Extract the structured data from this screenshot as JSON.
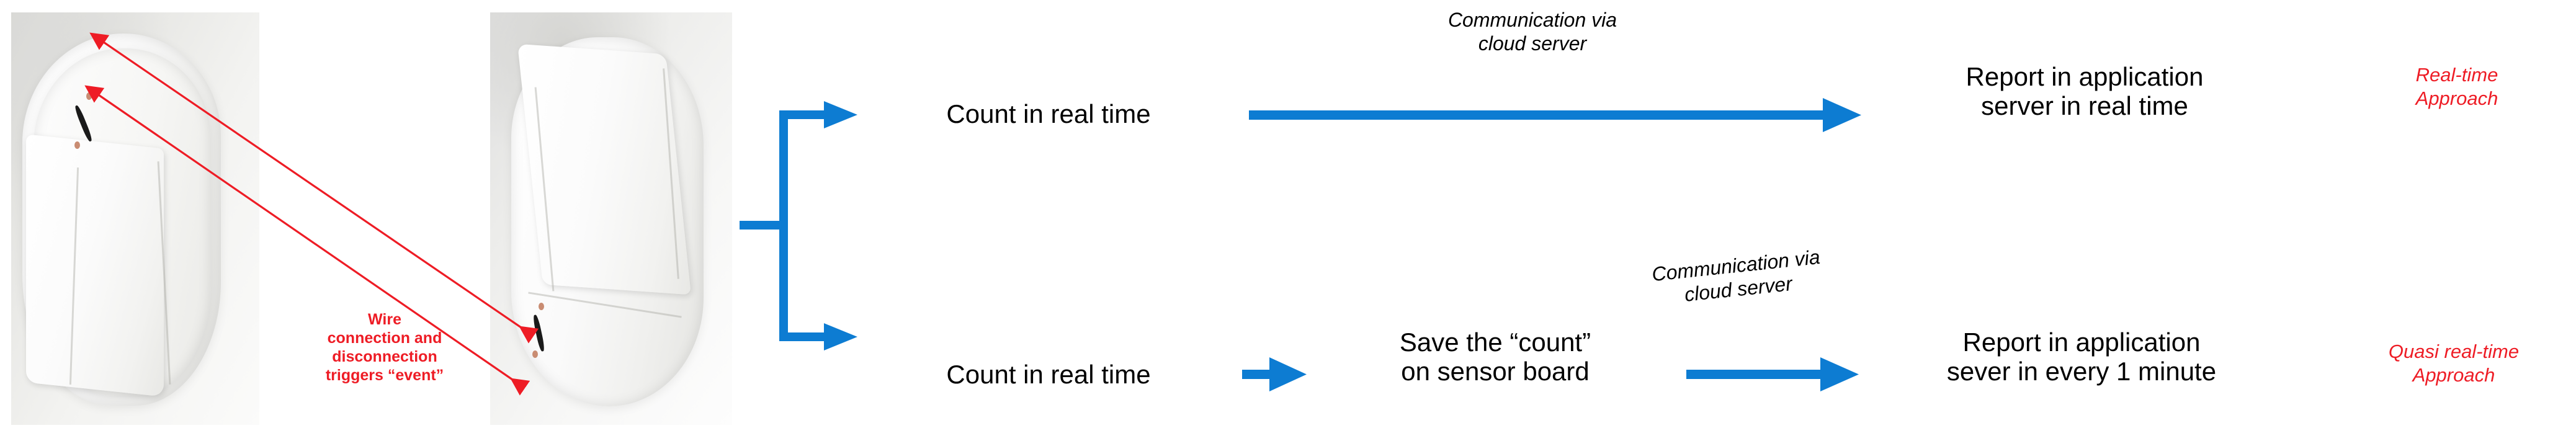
{
  "diagram": {
    "title_present": false,
    "colors": {
      "arrow_blue": "#0d7cd2",
      "annotation_red": "#ee1c25",
      "text_black": "#000000",
      "background": "#ffffff"
    },
    "photos": [
      {
        "id": "sensor-photo-left",
        "caption": ""
      },
      {
        "id": "sensor-photo-right",
        "caption": ""
      }
    ],
    "annotation": {
      "wire_note": "Wire\nconnection and\ndisconnection\ntriggers “event”"
    },
    "branches": [
      {
        "id": "real-time",
        "step1": "Count in real time",
        "link_label": "Communication via\ncloud server",
        "step2": "Report in application\nserver in real time",
        "approach": "Real-time\nApproach"
      },
      {
        "id": "quasi-real-time",
        "step1": "Count in real time",
        "step_mid": "Save the “count”\non sensor board",
        "link_label": "Communication via\ncloud server",
        "step2": "Report in application\nsever in every 1 minute",
        "approach": "Quasi real-time\nApproach"
      }
    ]
  }
}
